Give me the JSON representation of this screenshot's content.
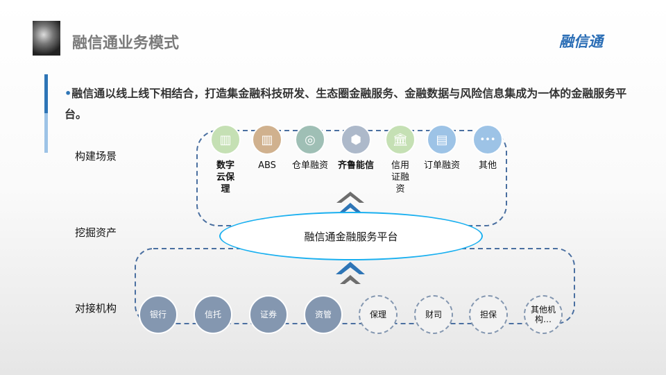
{
  "header": {
    "title": "融信通业务模式",
    "brand": "融信通"
  },
  "intro": {
    "bullet": "•",
    "text": "融信通以线上线下相结合，打造集金融科技研发、生态圈金融服务、金融数据与风险信息集成为一体的金融服务平台。"
  },
  "rows": {
    "scenes": "构建场景",
    "assets": "挖掘资产",
    "institutions": "对接机构"
  },
  "scenes": [
    {
      "label": "数字云保理",
      "icon": "building-coins-icon",
      "color": "#c5e0b4",
      "bold": true
    },
    {
      "label": "ABS",
      "icon": "building-coins-icon",
      "color": "#d0b18e"
    },
    {
      "label": "仓单融资",
      "icon": "roll-icon",
      "color": "#9fbfb5"
    },
    {
      "label": "齐鲁能信",
      "icon": "hexagons-icon",
      "color": "#adb9ca",
      "bold": true
    },
    {
      "label": "信用证融资",
      "icon": "bank-icon",
      "color": "#c5e0b4"
    },
    {
      "label": "订单融资",
      "icon": "document-icon",
      "color": "#9dc3e6"
    },
    {
      "label": "其他",
      "icon": "more-icon",
      "color": "#9dc3e6"
    }
  ],
  "platform": "融信通金融服务平台",
  "institutions": [
    {
      "label": "银行",
      "style": "solid"
    },
    {
      "label": "信托",
      "style": "solid"
    },
    {
      "label": "证券",
      "style": "solid"
    },
    {
      "label": "资管",
      "style": "solid"
    },
    {
      "label": "保理",
      "style": "dashed"
    },
    {
      "label": "财司",
      "style": "dashed"
    },
    {
      "label": "担保",
      "style": "dashed"
    },
    {
      "label": "其他机构…",
      "style": "dashed"
    }
  ]
}
